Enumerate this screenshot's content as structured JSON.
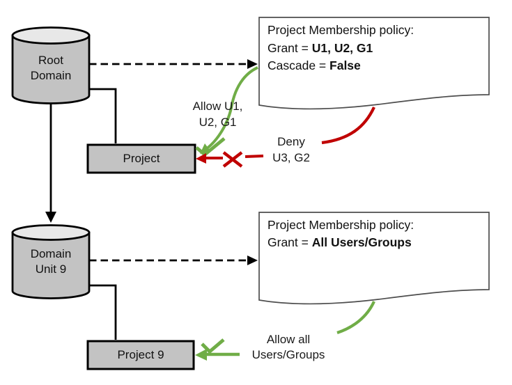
{
  "diagram": {
    "nodes": {
      "root_domain": {
        "label": "Root\nDomain"
      },
      "project": {
        "label": "Project"
      },
      "domain_unit9": {
        "label": "Domain\nUnit 9"
      },
      "project9": {
        "label": "Project 9"
      }
    },
    "policies": {
      "policy1": {
        "title": "Project Membership policy:",
        "grant_label": "Grant = ",
        "grant_value": "U1, U2, G1",
        "cascade_label": "Cascade = ",
        "cascade_value": "False"
      },
      "policy2": {
        "title": "Project Membership policy:",
        "grant_label": "Grant = ",
        "grant_value": "All Users/Groups"
      }
    },
    "annotations": {
      "allow1": {
        "label": "Allow U1,\nU2, G1"
      },
      "deny1": {
        "label": "Deny\nU3, G2"
      },
      "allow2": {
        "label": "Allow all\nUsers/Groups"
      }
    },
    "colors": {
      "allow_green": "#70ad47",
      "deny_red": "#c00000",
      "node_fill": "#c3c3c3",
      "node_top_fill": "#e8e8e8",
      "outline_black": "#000000",
      "doc_border": "#4d4d4d"
    }
  }
}
